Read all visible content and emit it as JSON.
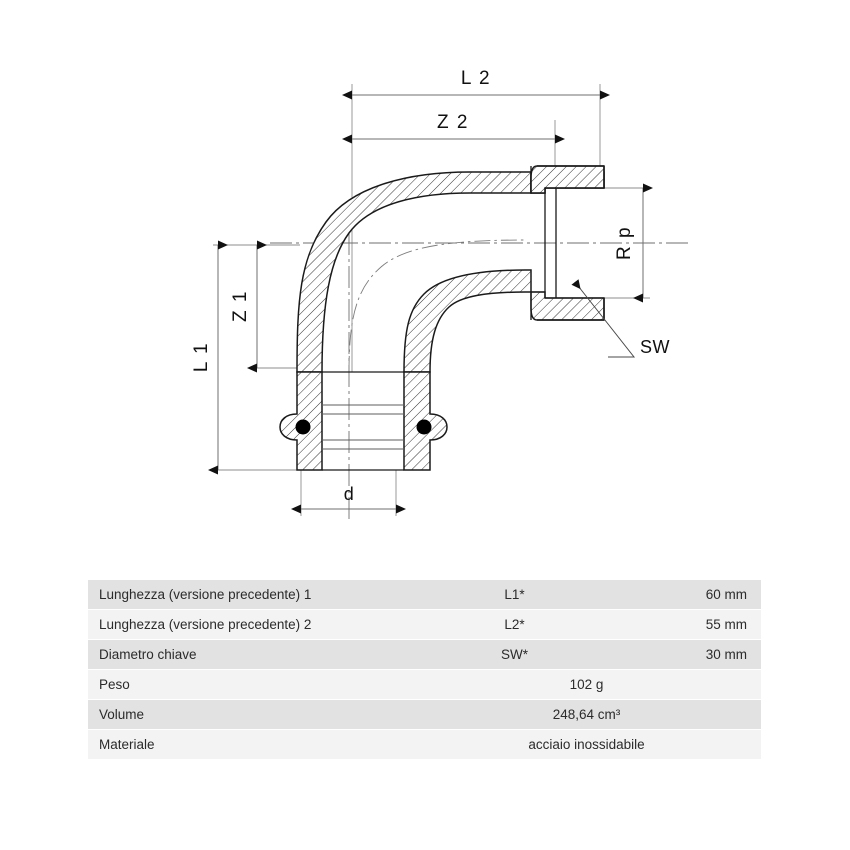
{
  "drawing": {
    "title": "90 degree press fitting elbow sectional drawing",
    "dimension_labels": {
      "l2": "L 2",
      "z2": "Z 2",
      "l1": "L 1",
      "z1": "Z 1",
      "rp": "R p",
      "sw": "SW",
      "d": "d"
    }
  },
  "spec_table": {
    "rows": [
      {
        "label": "Lunghezza (versione precedente) 1",
        "symbol": "L1*",
        "value": "60 mm",
        "merged": false
      },
      {
        "label": "Lunghezza (versione precedente) 2",
        "symbol": "L2*",
        "value": "55 mm",
        "merged": false
      },
      {
        "label": "Diametro chiave",
        "symbol": "SW*",
        "value": "30 mm",
        "merged": false
      },
      {
        "label": "Peso",
        "merged_value": "102 g",
        "merged": true
      },
      {
        "label": "Volume",
        "merged_value": "248,64 cm³",
        "merged": true
      },
      {
        "label": "Materiale",
        "merged_value": "acciaio inossidabile",
        "merged": true
      }
    ]
  },
  "colors": {
    "row_shade_dark": "#e2e2e2",
    "row_shade_light": "#f3f3f3",
    "line": "#1a1a1a",
    "thin_line": "#8a8a8a",
    "background": "#ffffff"
  }
}
